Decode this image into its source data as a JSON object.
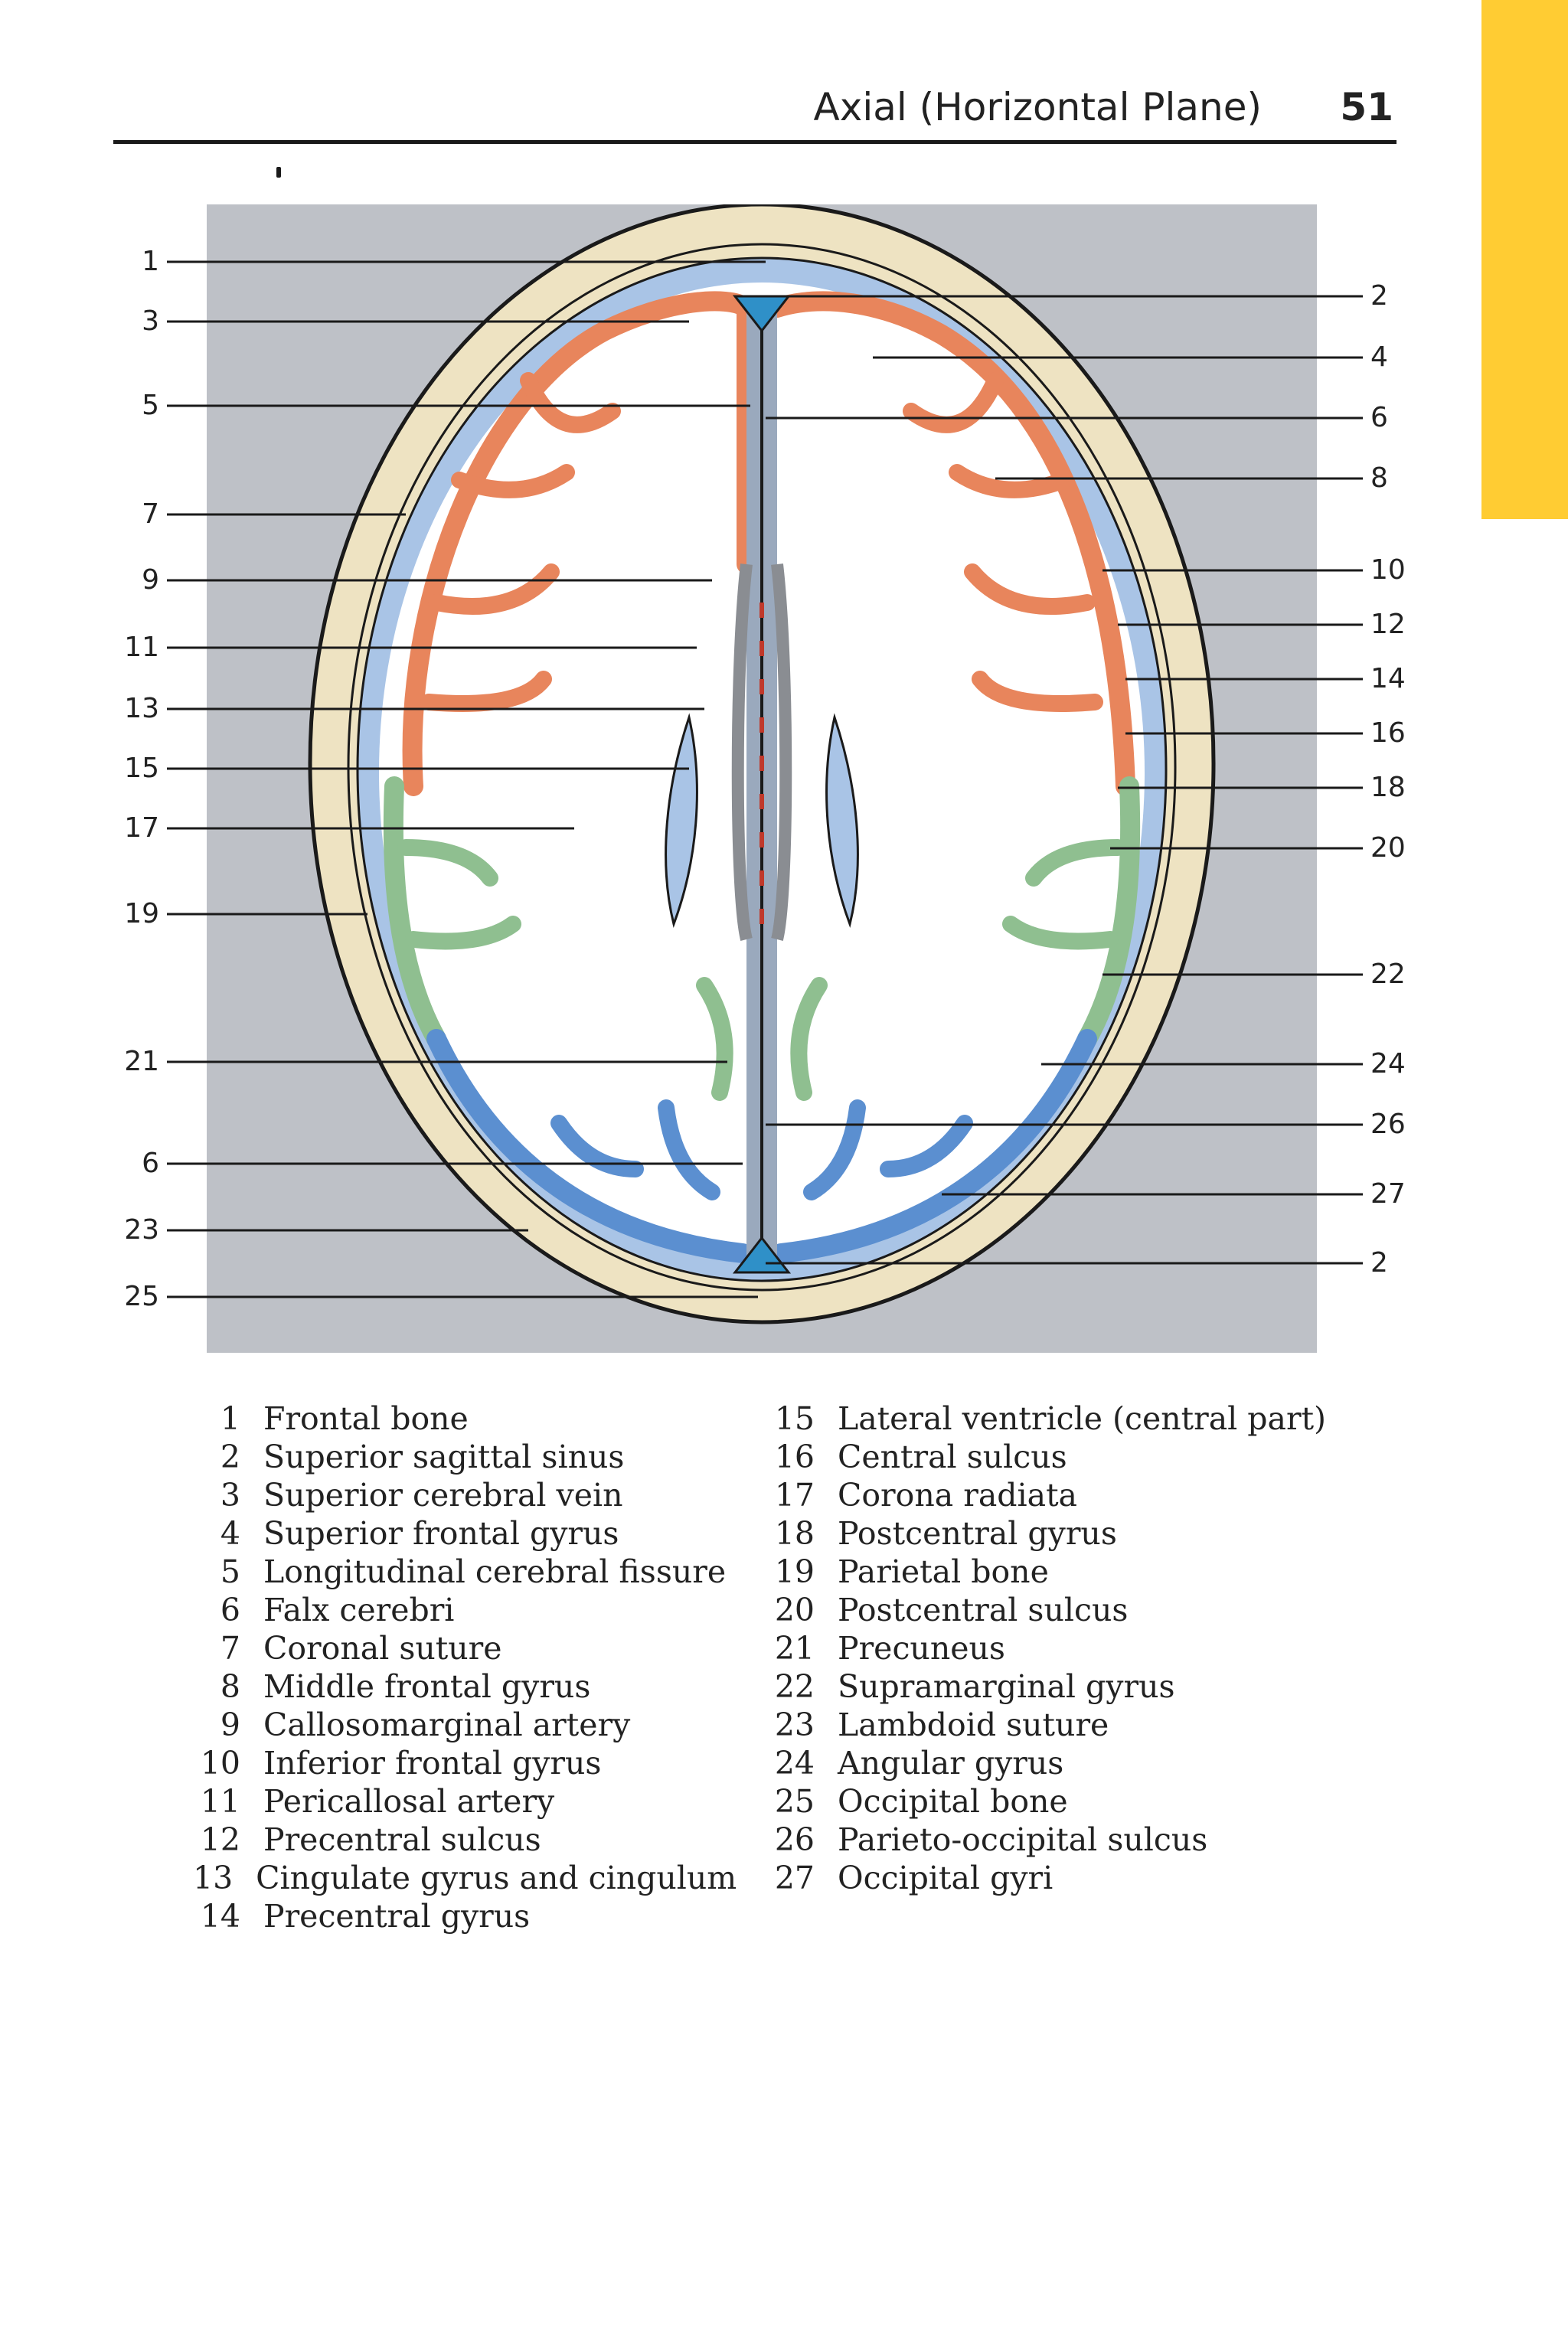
{
  "header": {
    "title": "Axial (Horizontal Plane)",
    "page_number": "51"
  },
  "figure": {
    "left_callouts": [
      "1",
      "3",
      "5",
      "7",
      "9",
      "11",
      "13",
      "15",
      "17",
      "19",
      "21",
      "6",
      "23",
      "25"
    ],
    "right_callouts": [
      "2",
      "4",
      "6",
      "8",
      "10",
      "12",
      "14",
      "16",
      "18",
      "20",
      "22",
      "24",
      "26",
      "27",
      "2"
    ]
  },
  "legend": {
    "left": [
      {
        "num": "1",
        "text": "Frontal bone"
      },
      {
        "num": "2",
        "text": "Superior sagittal sinus"
      },
      {
        "num": "3",
        "text": "Superior cerebral vein"
      },
      {
        "num": "4",
        "text": "Superior frontal gyrus"
      },
      {
        "num": "5",
        "text": "Longitudinal cerebral fissure"
      },
      {
        "num": "6",
        "text": "Falx cerebri"
      },
      {
        "num": "7",
        "text": "Coronal suture"
      },
      {
        "num": "8",
        "text": "Middle frontal gyrus"
      },
      {
        "num": "9",
        "text": "Callosomarginal artery"
      },
      {
        "num": "10",
        "text": "Inferior frontal gyrus"
      },
      {
        "num": "11",
        "text": "Pericallosal artery"
      },
      {
        "num": "12",
        "text": "Precentral sulcus"
      },
      {
        "num": "13",
        "text": "Cingulate gyrus and cingulum"
      },
      {
        "num": "14",
        "text": "Precentral gyrus"
      }
    ],
    "right": [
      {
        "num": "15",
        "text": "Lateral ventricle (central part)"
      },
      {
        "num": "16",
        "text": "Central sulcus"
      },
      {
        "num": "17",
        "text": "Corona radiata"
      },
      {
        "num": "18",
        "text": "Postcentral gyrus"
      },
      {
        "num": "19",
        "text": "Parietal bone"
      },
      {
        "num": "20",
        "text": "Postcentral sulcus"
      },
      {
        "num": "21",
        "text": "Precuneus"
      },
      {
        "num": "22",
        "text": "Supramarginal gyrus"
      },
      {
        "num": "23",
        "text": "Lambdoid suture"
      },
      {
        "num": "24",
        "text": "Angular gyrus"
      },
      {
        "num": "25",
        "text": "Occipital bone"
      },
      {
        "num": "26",
        "text": "Parieto-occipital sulcus"
      },
      {
        "num": "27",
        "text": "Occipital gyri"
      }
    ]
  },
  "colors": {
    "tab": "#ffcc33",
    "figure_bg": "#bec1c7",
    "bone": "#eee3c2",
    "csf": "#a9c4e6",
    "frontal_cortex": "#e8855c",
    "parietal_cortex": "#8fbf90",
    "occipital_cortex": "#5b8fd0"
  }
}
